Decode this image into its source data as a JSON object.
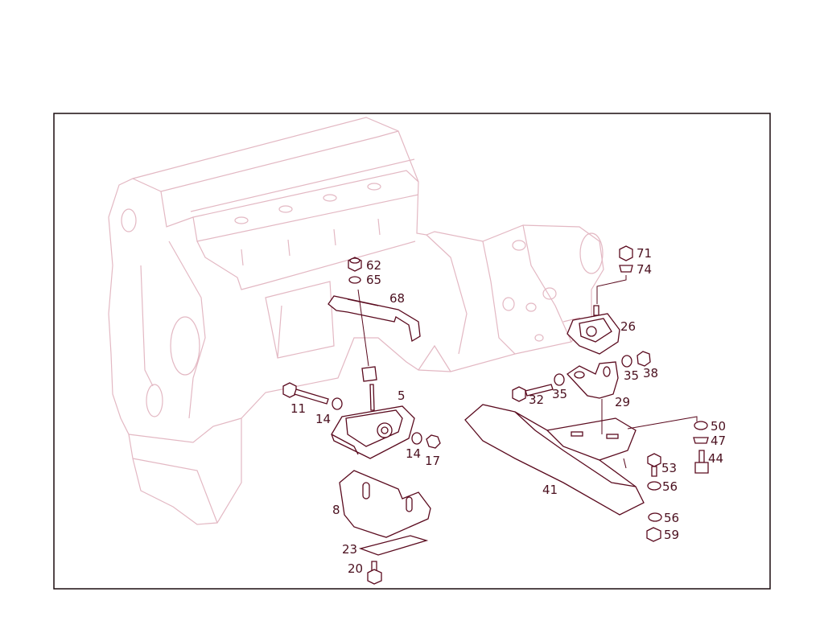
{
  "colors": {
    "part_line": "#5a0a1e",
    "background_line": "#e3b8c3",
    "border": "#1a0b0f",
    "text": "#4a0f1e"
  },
  "parts": {
    "p62": "62",
    "p65": "65",
    "p68": "68",
    "p5": "5",
    "p11": "11",
    "p14a": "14",
    "p14b": "14",
    "p17": "17",
    "p8": "8",
    "p23": "23",
    "p20": "20",
    "p71": "71",
    "p74": "74",
    "p26": "26",
    "p35a": "35",
    "p38": "38",
    "p32": "32",
    "p35b": "35",
    "p29": "29",
    "p50": "50",
    "p47": "47",
    "p44": "44",
    "p53": "53",
    "p56a": "56",
    "p41": "41",
    "p56b": "56",
    "p59": "59"
  }
}
